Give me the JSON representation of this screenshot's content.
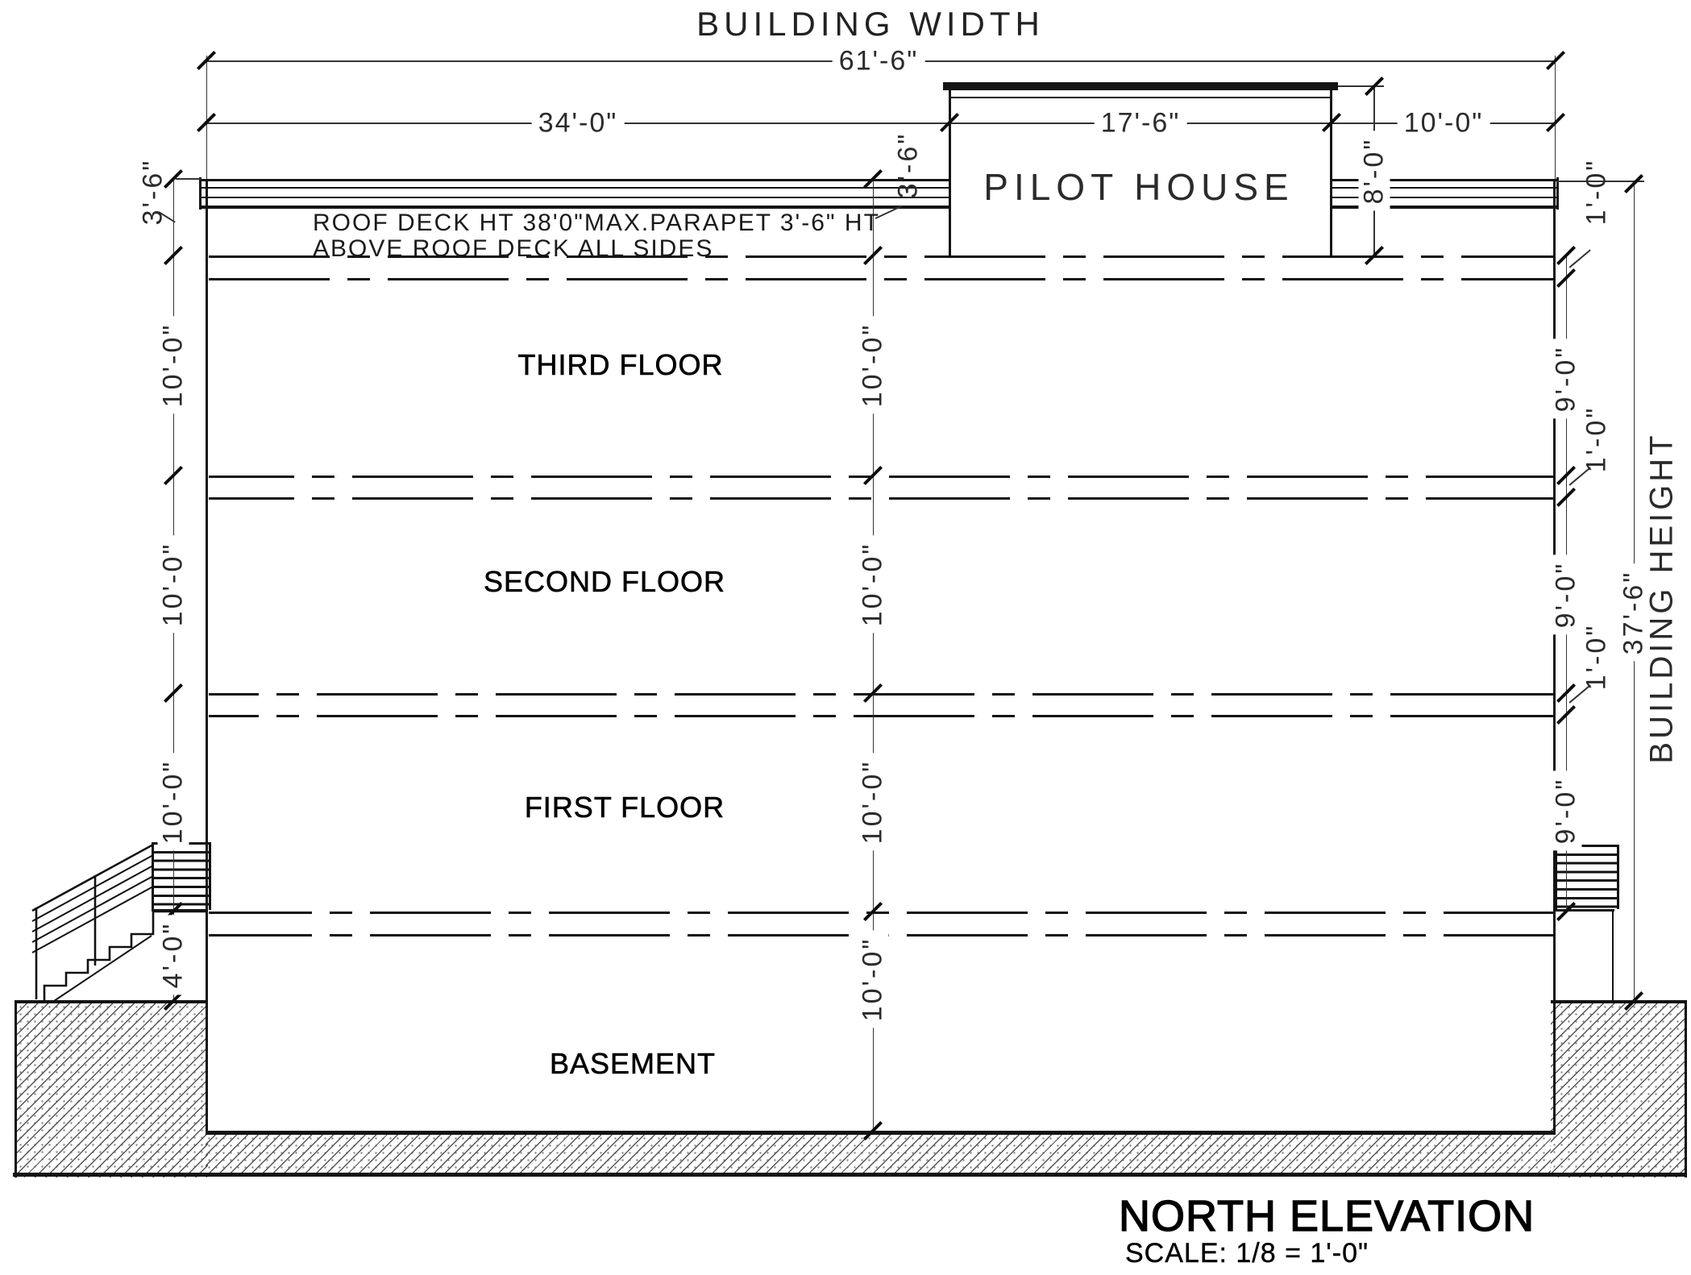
{
  "drawing": {
    "top": {
      "building_width_label": "BUILDING WIDTH",
      "total_width": "61'-6\"",
      "left_span": "34'-0\"",
      "pilot_span": "17'-6\"",
      "right_span": "10'-0\""
    },
    "pilot_house": {
      "label": "PILOT HOUSE",
      "height": "8'-0\""
    },
    "roof_note": {
      "line1": "ROOF DECK HT 38'0\"MAX.PARAPET 3'-6\" HT",
      "line2": "ABOVE ROOF DECK ALL SIDES"
    },
    "left_dims": {
      "parapet": "3'-6\"",
      "third": "10'-0\"",
      "second": "10'-0\"",
      "first": "10'-0\"",
      "entry": "4'-0\""
    },
    "center_dims": {
      "parapet": "3'-6\"",
      "floors": [
        "10'-0\"",
        "10'-0\"",
        "10'-0\"",
        "10'-0\""
      ]
    },
    "right_dims": {
      "clear": [
        "9'-0\"",
        "9'-0\"",
        "9'-0\""
      ],
      "slab": [
        "1'-0\"",
        "1'-0\"",
        "1'-0\""
      ],
      "building_height_value": "37'-6\"",
      "building_height_label": "BUILDING HEIGHT"
    },
    "floors": [
      "THIRD FLOOR",
      "SECOND FLOOR",
      "FIRST FLOOR",
      "BASEMENT"
    ],
    "title": {
      "name": "NORTH ELEVATION",
      "scale": "SCALE: 1/8 = 1'-0\""
    }
  }
}
